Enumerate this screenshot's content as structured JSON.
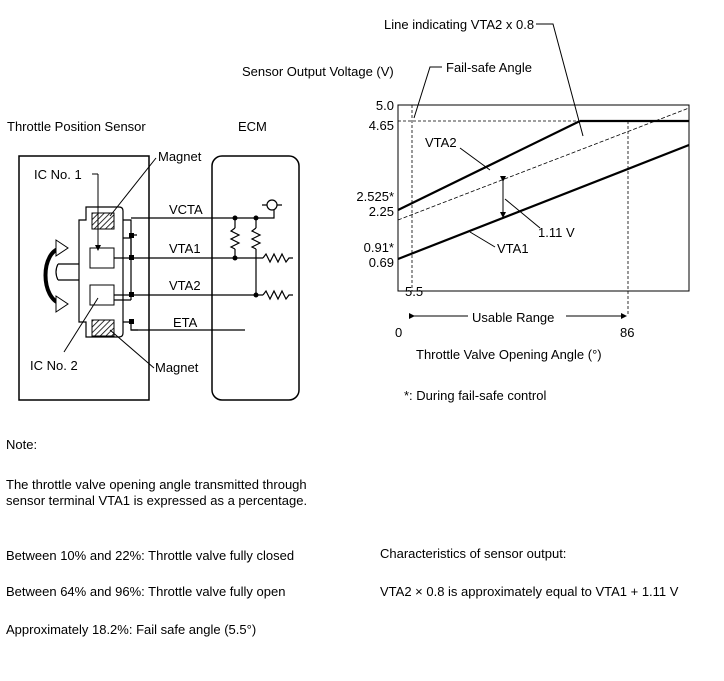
{
  "wiring": {
    "sensor_title": "Throttle Position Sensor",
    "ecm_title": "ECM",
    "ic1_label": "IC No. 1",
    "ic2_label": "IC No. 2",
    "magnet_top_label": "Magnet",
    "magnet_bottom_label": "Magnet",
    "terminals": [
      "VCTA",
      "VTA1",
      "VTA2",
      "ETA"
    ]
  },
  "graph": {
    "annotation_vta2_line": "Line indicating VTA2 x 0.8",
    "annotation_fail_safe": "Fail-safe Angle",
    "ylabel": "Sensor Output Voltage (V)",
    "xlabel": "Throttle Valve Opening Angle (°)",
    "y_ticks": [
      "5.0",
      "4.65",
      "2.525*",
      "2.25",
      "0.91*",
      "0.69"
    ],
    "x_ticks": [
      "0",
      "86"
    ],
    "fail_safe_tick": "5.5",
    "usable_range_label": "Usable Range",
    "curve_labels": {
      "vta2": "VTA2",
      "vta1": "VTA1",
      "diff": "1.11 V"
    },
    "footnote": "*: During fail-safe control"
  },
  "notes": {
    "heading": "Note:",
    "para1_line1": "The throttle valve opening angle transmitted through",
    "para1_line2": "sensor terminal VTA1 is expressed as a percentage.",
    "item1": "Between 10% and 22%: Throttle valve fully closed",
    "item2": "Between 64% and 96%: Throttle valve fully open",
    "item3": "Approximately 18.2%: Fail safe angle (5.5°)",
    "char_heading": "Characteristics of sensor output:",
    "char_formula": "VTA2 × 0.8 is approximately equal to VTA1 + 1.11 V"
  }
}
